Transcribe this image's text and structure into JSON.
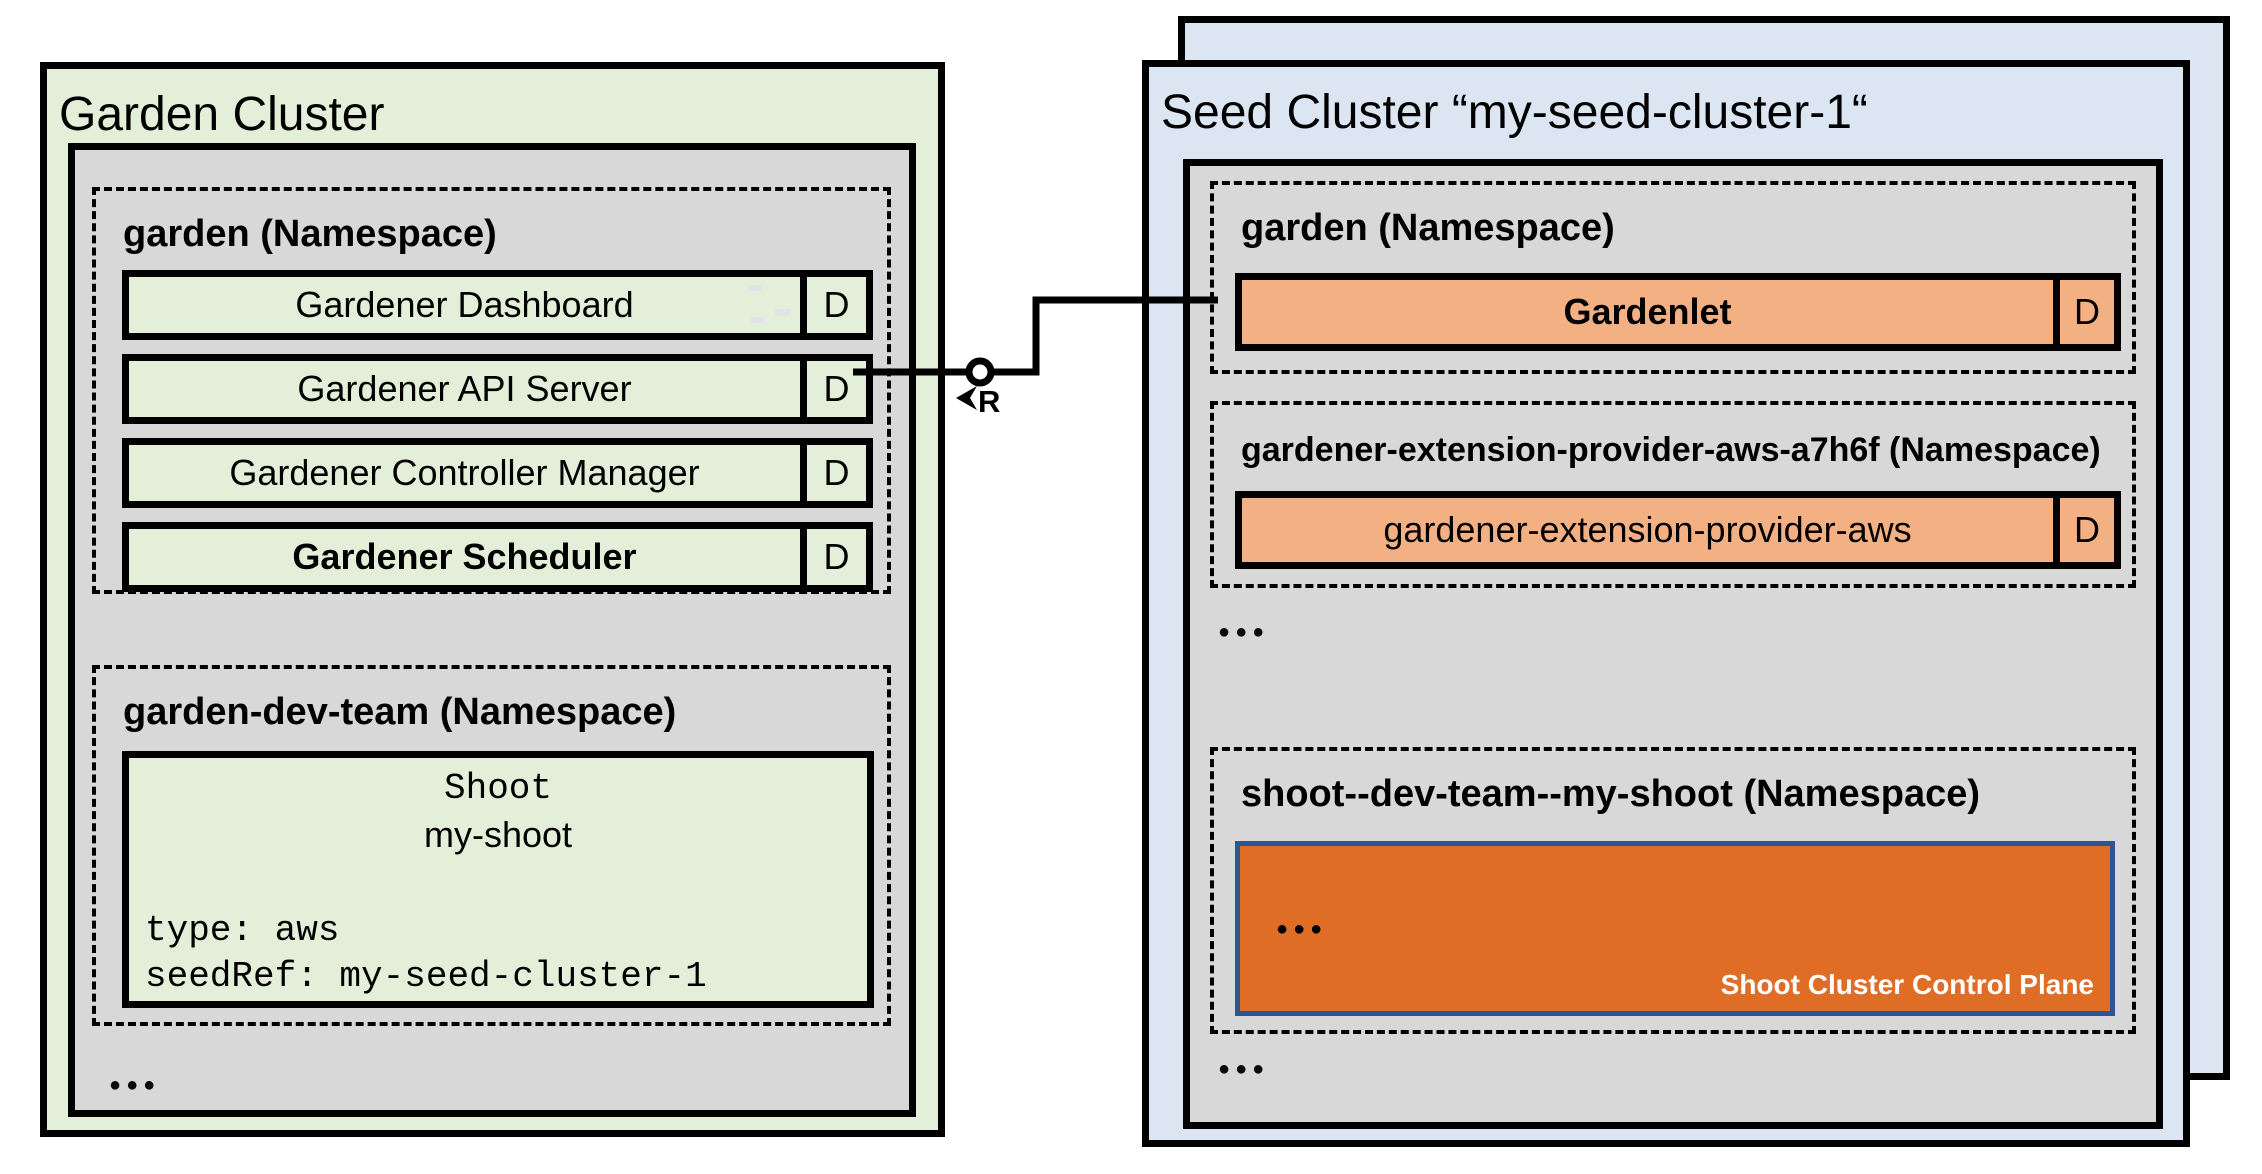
{
  "garden_cluster": {
    "title": "Garden Cluster",
    "namespaces": [
      {
        "label": "garden (Namespace)",
        "components": [
          {
            "name": "Gardener Dashboard",
            "badge": "D"
          },
          {
            "name": "Gardener API Server",
            "badge": "D"
          },
          {
            "name": "Gardener Controller Manager",
            "badge": "D"
          },
          {
            "name": "Gardener Scheduler",
            "badge": "D"
          }
        ]
      },
      {
        "label": "garden-dev-team (Namespace)",
        "resource": {
          "kind": "Shoot",
          "name": "my-shoot",
          "spec": [
            "type: aws",
            "seedRef: my-seed-cluster-1"
          ]
        }
      }
    ],
    "more_indicator": "●●●"
  },
  "seed_cluster": {
    "title": "Seed Cluster “my-seed-cluster-1“",
    "namespaces": [
      {
        "label": "garden (Namespace)",
        "components": [
          {
            "name": "Gardenlet",
            "badge": "D"
          }
        ]
      },
      {
        "label": "gardener-extension-provider-aws-a7h6f (Namespace)",
        "components": [
          {
            "name": "gardener-extension-provider-aws",
            "badge": "D"
          }
        ]
      },
      {
        "label": "shoot--dev-team--my-shoot (Namespace)",
        "control_plane": {
          "label": "Shoot Cluster Control Plane",
          "more_indicator": "●●●"
        }
      }
    ],
    "more_indicator_mid": "●●●",
    "more_indicator_bottom": "●●●"
  },
  "connector": {
    "label": "R"
  },
  "colors": {
    "garden_green": "#e3efd9",
    "namespace_gray": "#d8d8d8",
    "seed_blue": "#dce6f2",
    "component_orange": "#f3b183",
    "control_plane_orange": "#e06d26",
    "control_plane_border_blue": "#2e5593",
    "line_black": "#000000"
  }
}
